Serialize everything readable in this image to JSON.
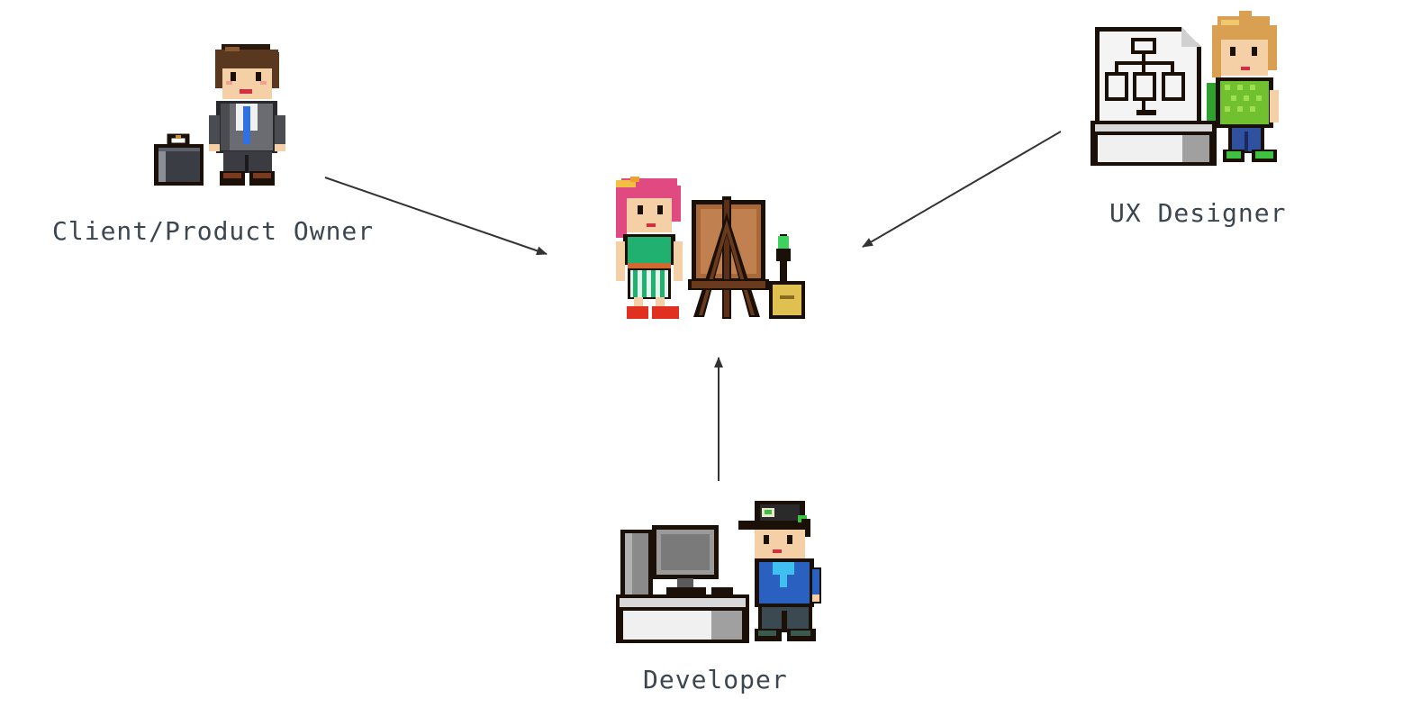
{
  "nodes": {
    "client": {
      "label": "Client/Product Owner",
      "icon": "businessman-with-briefcase-icon"
    },
    "ux": {
      "label": "UX Designer",
      "icon": "designer-with-flowchart-board-icon"
    },
    "dev": {
      "label": "Developer",
      "icon": "programmer-at-computer-desk-icon"
    },
    "center": {
      "label": "",
      "icon": "artist-at-easel-icon"
    }
  },
  "edges": [
    {
      "from": "client",
      "to": "center"
    },
    {
      "from": "ux",
      "to": "center"
    },
    {
      "from": "dev",
      "to": "center"
    }
  ],
  "colors": {
    "text": "#3c4650",
    "arrow": "#333333",
    "outline": "#1a1008"
  }
}
